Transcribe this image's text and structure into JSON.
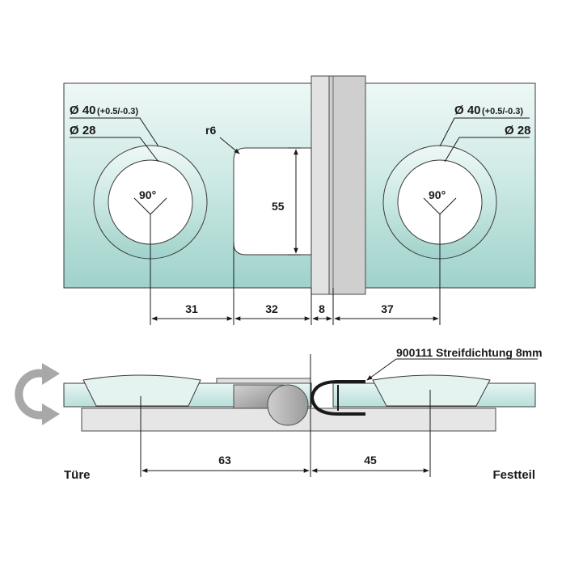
{
  "top_view": {
    "left_hole": {
      "outer_label": "Ø 40",
      "tolerance": "(+0.5/-0.3)",
      "inner_label": "Ø 28",
      "angle": "90°"
    },
    "right_hole": {
      "outer_label": "Ø 40",
      "tolerance": "(+0.5/-0.3)",
      "inner_label": "Ø 28",
      "angle": "90°"
    },
    "cutout_radius": "r6",
    "cutout_height": "55",
    "dimensions": [
      "31",
      "32",
      "8",
      "37"
    ]
  },
  "side_view": {
    "seal_label": "900111 Streifdichtung 8mm",
    "dimensions": [
      "63",
      "45"
    ],
    "left_label": "Türe",
    "right_label": "Festteil"
  },
  "colors": {
    "glass_top": "#c8e8e4",
    "glass_bottom": "#a6d5cf",
    "outline": "#3a3a3a",
    "seal": "#1a1a1a",
    "arrow": "#a8a8a8",
    "plate": "#e6e6e6"
  }
}
